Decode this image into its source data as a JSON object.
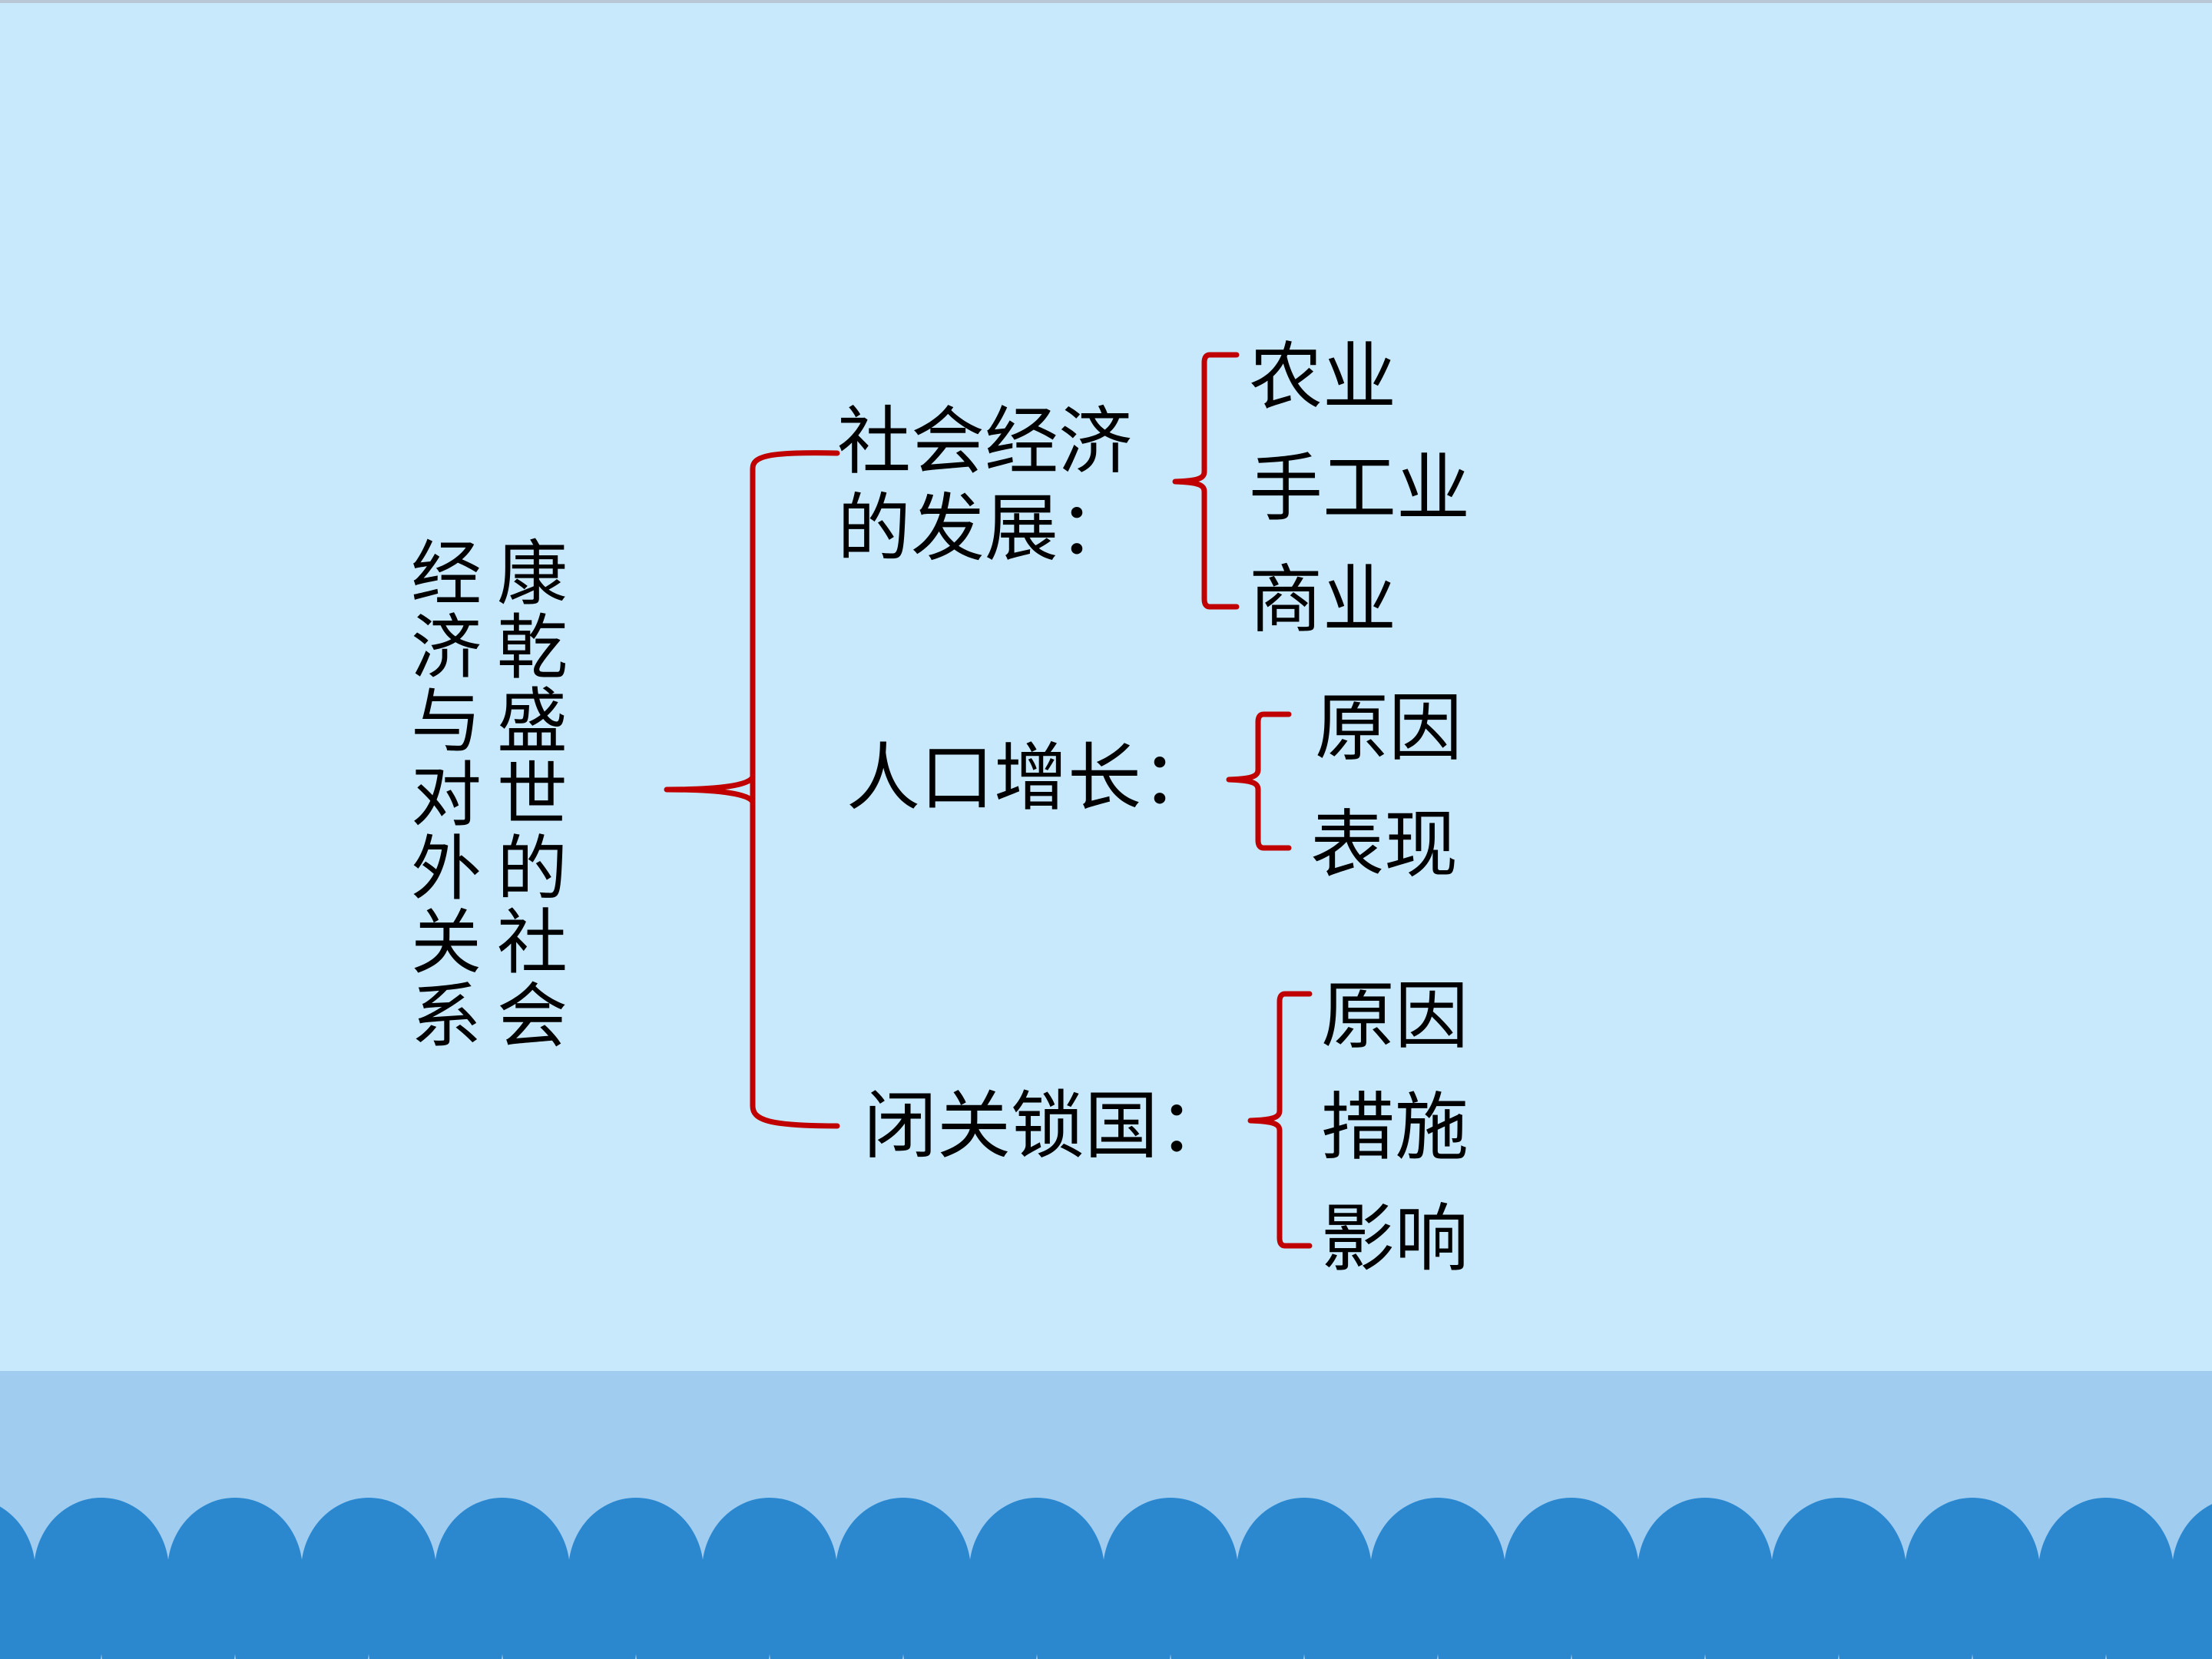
{
  "colors": {
    "background": "#c8e9fb",
    "band": "#a0ccf0",
    "waves": "#2b88cf",
    "bracket": "#c00000",
    "text": "#000000"
  },
  "title": {
    "line1": "康乾盛世的社会",
    "line2": "经济与对外关系"
  },
  "branches": {
    "economy": {
      "label_line1": "社会经济",
      "label_line2": "的发展：",
      "items": [
        "农业",
        "手工业",
        "商业"
      ]
    },
    "population": {
      "label": "人口增长：",
      "items": [
        "原因",
        "表现"
      ]
    },
    "closed_door": {
      "label": "闭关锁国：",
      "items": [
        "原因",
        "措施",
        "影响"
      ]
    }
  }
}
